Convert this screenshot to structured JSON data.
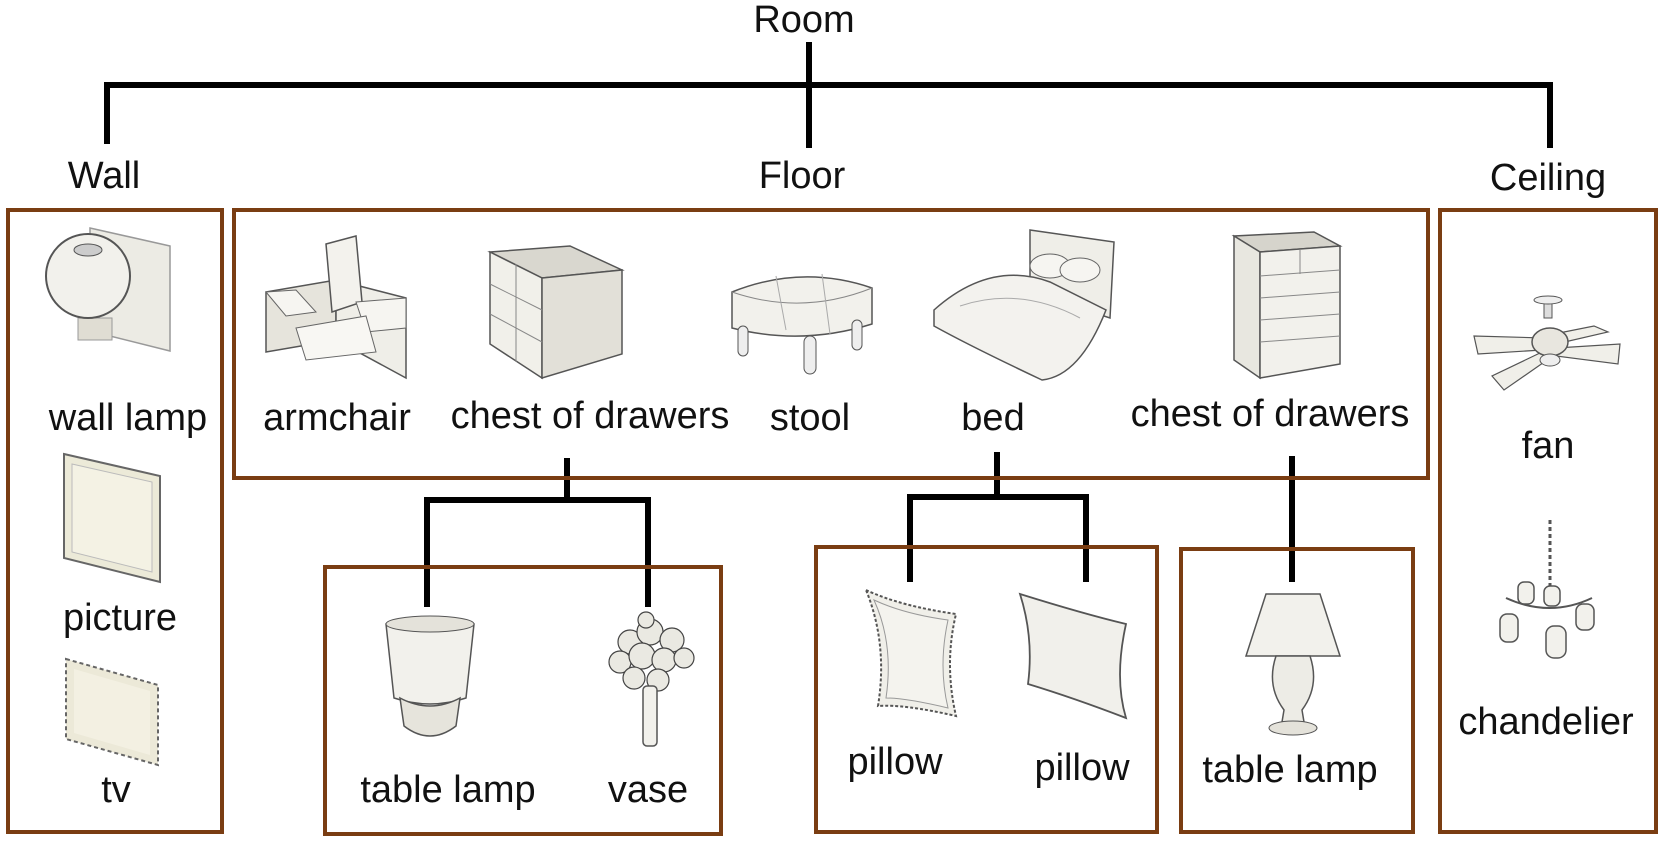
{
  "root": {
    "label": "Room"
  },
  "categories": [
    {
      "label": "Wall",
      "items": [
        "wall lamp",
        "picture",
        "tv"
      ]
    },
    {
      "label": "Floor",
      "items": [
        "armchair",
        "chest of drawers",
        "stool",
        "bed",
        "chest of drawers"
      ]
    },
    {
      "label": "Ceiling",
      "items": [
        "fan",
        "chandelier"
      ]
    }
  ],
  "supported": {
    "chest_of_drawers_1": [
      "table lamp",
      "vase"
    ],
    "bed": [
      "pillow",
      "pillow"
    ],
    "chest_of_drawers_2": [
      "table lamp"
    ]
  },
  "colors": {
    "box_border": "#7a3d12",
    "connector": "#000000",
    "object_fill": "#ecebe4"
  }
}
